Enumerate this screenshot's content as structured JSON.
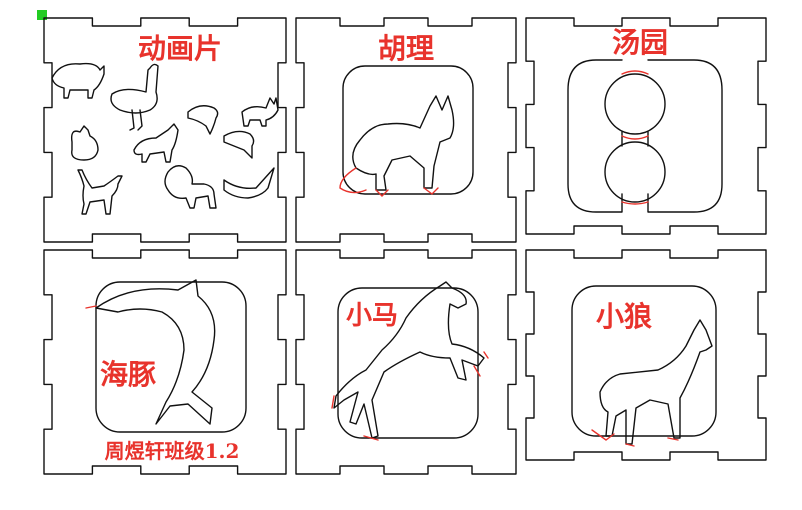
{
  "labels": {
    "panel1": "动画片",
    "panel2": "胡理",
    "panel3": "汤园",
    "panel4": "海豚",
    "panel4_footer": "周煜轩班级1.2",
    "panel5": "小马",
    "panel6": "小狼"
  },
  "colors": {
    "cut_line": "#111111",
    "engrave_red": "#e8332c",
    "marker_green": "#22cc22"
  }
}
